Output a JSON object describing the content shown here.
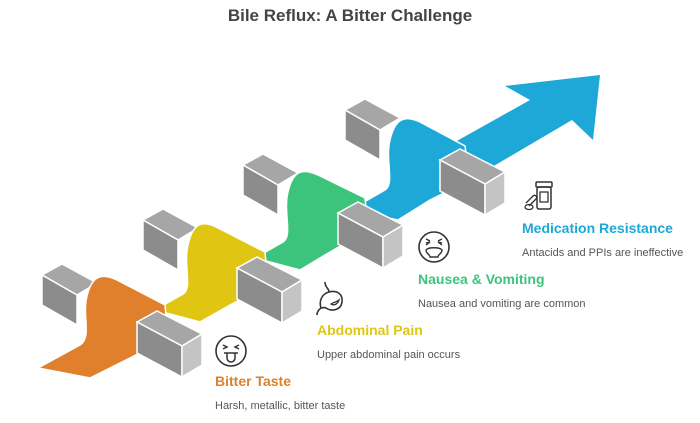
{
  "title": "Bile Reflux: A Bitter Challenge",
  "steps": [
    {
      "heading": "Bitter Taste",
      "description": "Harsh, metallic, bitter taste",
      "color": "#E07F2C",
      "icon": "tongue-out-face-icon"
    },
    {
      "heading": "Abdominal Pain",
      "description": "Upper abdominal pain occurs",
      "color": "#E0C612",
      "icon": "stomach-icon"
    },
    {
      "heading": "Nausea & Vomiting",
      "description": "Nausea and vomiting are common",
      "color": "#3CC47C",
      "icon": "vomiting-face-icon"
    },
    {
      "heading": "Medication Resistance",
      "description": "Antacids and PPIs are ineffective",
      "color": "#1EA8D8",
      "icon": "medication-icon"
    }
  ],
  "colors": {
    "block": "#A6A6A6",
    "block_dark": "#8C8C8C",
    "block_light": "#C4C4C4",
    "title": "#444444"
  }
}
